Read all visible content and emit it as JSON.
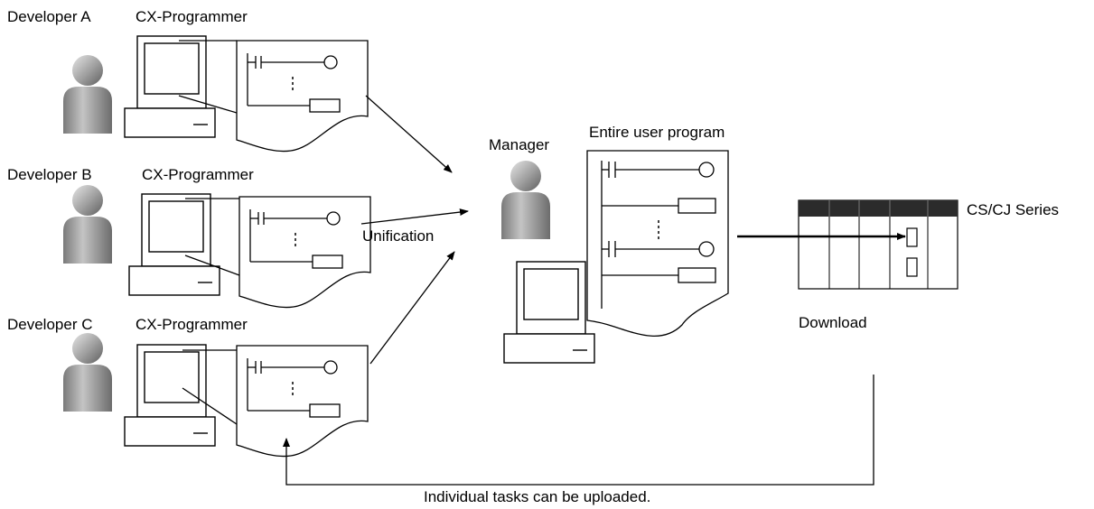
{
  "developers": [
    {
      "name": "Developer A",
      "tool": "CX-Programmer"
    },
    {
      "name": "Developer B",
      "tool": "CX-Programmer"
    },
    {
      "name": "Developer C",
      "tool": "CX-Programmer"
    }
  ],
  "manager": {
    "label": "Manager",
    "program_label": "Entire user program"
  },
  "plc": {
    "label": "CS/CJ Series"
  },
  "flows": {
    "unification": "Unification",
    "download": "Download",
    "upload": "Individual tasks can be uploaded."
  },
  "icons": [
    "person-icon",
    "computer-icon",
    "ladder-program-icon",
    "plc-rack-icon"
  ],
  "colors": {
    "line": "#000000",
    "plc_header": "#2b2b2b",
    "person_fill": "#9a9a9a"
  }
}
